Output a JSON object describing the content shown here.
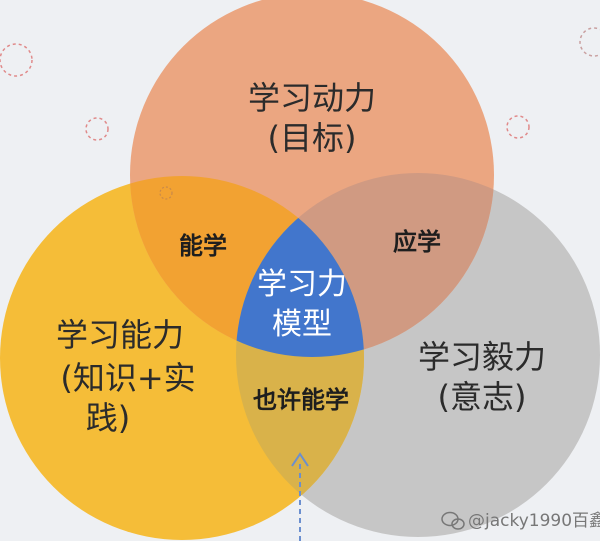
{
  "colors": {
    "background": "#eef0f3",
    "motivation": "#eba681",
    "ability": "#f5bd38",
    "perseverance": "#c6c6c6",
    "motivation_ability": "#f2a232",
    "motivation_perseverance": "#d09a82",
    "ability_perseverance": "#d9b24a",
    "center": "#4276cc",
    "arrow": "#6b8fcf",
    "decor": "#e08a8a"
  },
  "circles": {
    "motivation": {
      "line1": "学习动力",
      "line2": "(目标)"
    },
    "ability": {
      "line1": "学习能力",
      "line2": "(知识+实",
      "line3": "践)"
    },
    "perseverance": {
      "line1": "学习毅力",
      "line2": "(意志)"
    }
  },
  "overlaps": {
    "motivation_ability": "能学",
    "motivation_perseverance": "应学",
    "ability_perseverance": "也许能学"
  },
  "center": {
    "line1": "学习力",
    "line2": "模型"
  },
  "watermark": {
    "icon": "wechat-icon",
    "text": "@jacky1990百鑫"
  }
}
